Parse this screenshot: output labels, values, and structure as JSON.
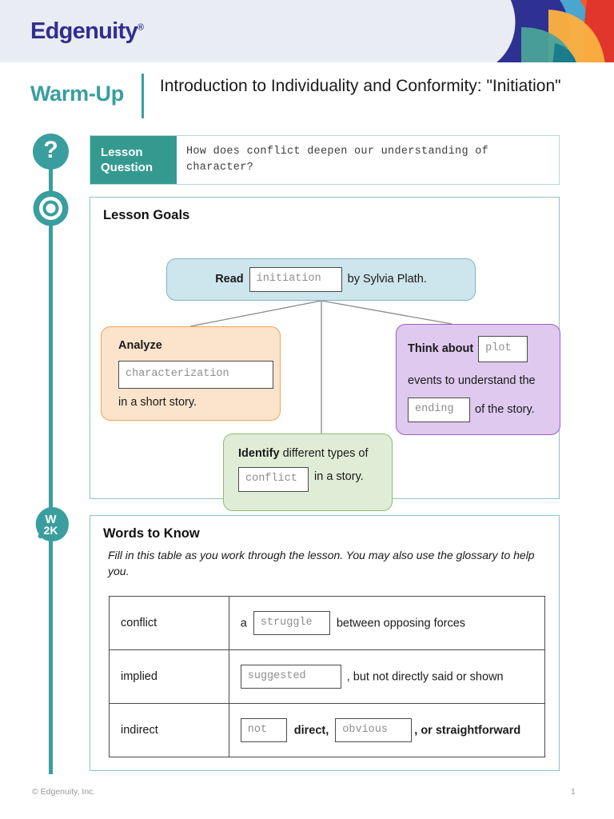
{
  "header": {
    "logo_text": "Edgenuity",
    "logo_registered": "®",
    "logo_mark_name": "edgenuity-petal-logo",
    "brand_color": "#322e8f",
    "bar_color": "#e9ecf2",
    "mark_colors": [
      "#2e3192",
      "#4aa5cf",
      "#f05a28",
      "#fbb040",
      "#e0362c",
      "#4ba39a",
      "#1b7c8c"
    ]
  },
  "title": {
    "eyebrow": "Warm-Up",
    "heading": "Introduction to Individuality and Conformity: \"Initiation\"",
    "accent_color": "#3a9e9e"
  },
  "rail": {
    "color": "#3a9e9e",
    "icons": [
      {
        "name": "question-mark-icon",
        "glyph": "?"
      },
      {
        "name": "target-ring-icon",
        "glyph": "◎"
      },
      {
        "name": "words-to-know-icon",
        "line1": "W",
        "line2": "2K"
      }
    ]
  },
  "lesson_question": {
    "label": "Lesson Question",
    "label_line1": "Lesson",
    "label_line2": "Question",
    "text": "How does conflict deepen our understanding of character?",
    "label_bg": "#349a8f"
  },
  "lesson_goals": {
    "title": "Lesson Goals",
    "read_box": {
      "name": "goal-read",
      "prefix": "Read",
      "blank": "initiation",
      "suffix": "by Sylvia Plath.",
      "fill": "#cde5ec",
      "border": "#7fb4c4"
    },
    "analyze_box": {
      "name": "goal-analyze",
      "prefix": "Analyze",
      "blank": "characterization",
      "suffix": "in a short story.",
      "fill": "#fbe3cc",
      "border": "#f0a459"
    },
    "think_box": {
      "name": "goal-think-about",
      "prefix": "Think about",
      "blank1": "plot",
      "middle": "events to understand the",
      "blank2": "ending",
      "suffix": "of the story.",
      "fill": "#dfc9ef",
      "border": "#9a5fc7"
    },
    "identify_box": {
      "name": "goal-identify",
      "prefix": "Identify",
      "prefix_rest": " different types of",
      "blank": "conflict",
      "suffix": "in a story.",
      "fill": "#e0edd6",
      "border": "#8bbd6a"
    }
  },
  "words_to_know": {
    "title": "Words to Know",
    "note": "Fill in this table as you work through the lesson. You may also use the glossary to help you.",
    "rows": [
      {
        "term": "conflict",
        "before": "a",
        "blank1": "struggle",
        "after": "between opposing forces",
        "blank2": "",
        "tail": ""
      },
      {
        "term": "implied",
        "before": "",
        "blank1": "suggested",
        "after": ", but not directly said or shown",
        "blank2": "",
        "tail": ""
      },
      {
        "term": "indirect",
        "before": "",
        "blank1": "not",
        "after": "direct,",
        "blank2": "obvious",
        "tail": ", or straightforward"
      }
    ]
  },
  "footer": {
    "copyright": "© Edgenuity, Inc.",
    "page_number": "1"
  }
}
